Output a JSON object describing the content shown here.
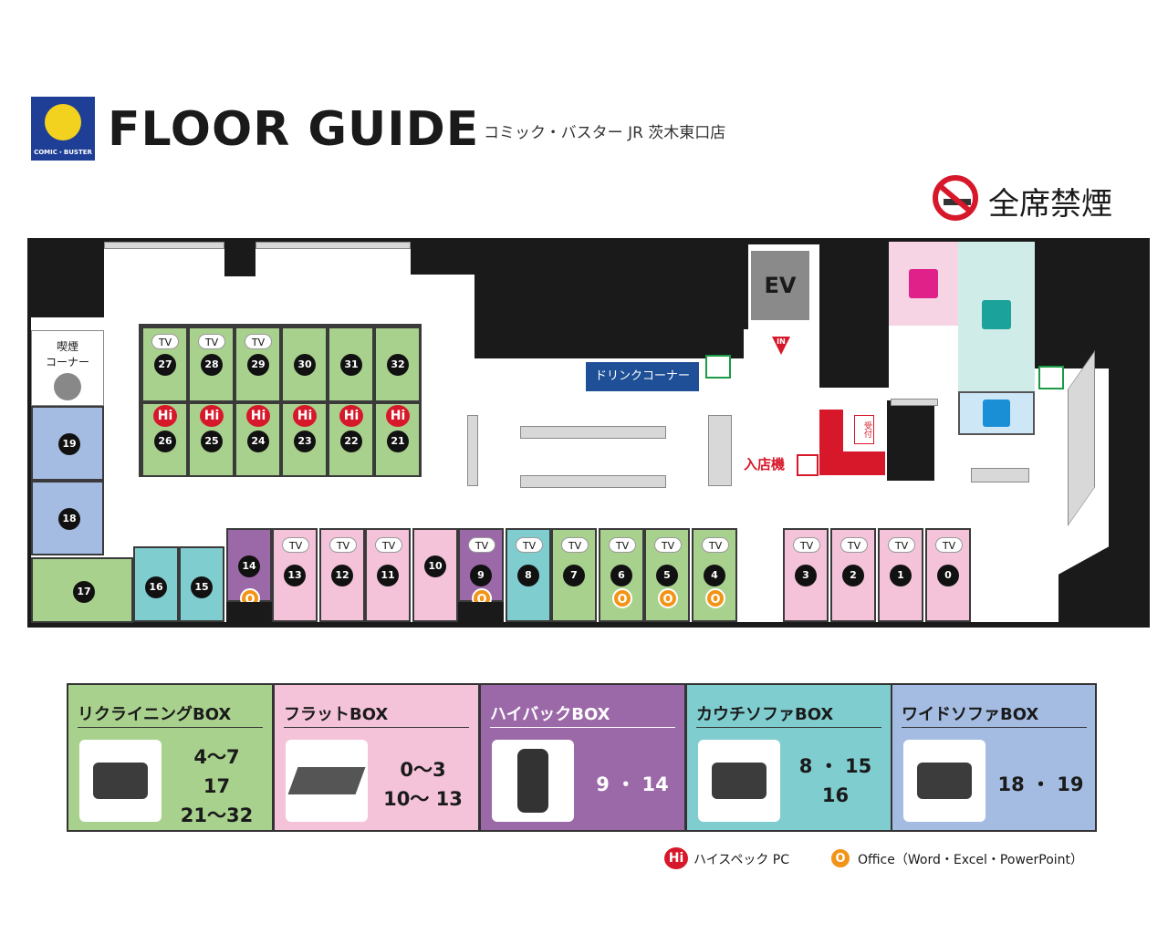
{
  "header": {
    "logo_text": "COMIC・BUSTER",
    "title": "FLOOR GUIDE",
    "subtitle": "コミック・バスター JR 茨木東口店",
    "no_smoking": "全席禁煙"
  },
  "map": {
    "elevator": "EV",
    "in_marker": "IN",
    "drink_corner": "ドリンクコーナー",
    "smoking_corner_line1": "喫煙",
    "smoking_corner_line2": "コーナー",
    "reception": "受付",
    "entry_machine": "入店機",
    "tv_label": "TV",
    "hi_label": "Hi",
    "office_label": "O",
    "seats_upper": [
      {
        "num": "27",
        "tag": "TV"
      },
      {
        "num": "28",
        "tag": "TV"
      },
      {
        "num": "29",
        "tag": "TV"
      },
      {
        "num": "30",
        "tag": ""
      },
      {
        "num": "31",
        "tag": ""
      },
      {
        "num": "32",
        "tag": ""
      }
    ],
    "seats_mid": [
      {
        "num": "26",
        "tag": "Hi"
      },
      {
        "num": "25",
        "tag": "Hi"
      },
      {
        "num": "24",
        "tag": "Hi"
      },
      {
        "num": "23",
        "tag": "Hi"
      },
      {
        "num": "22",
        "tag": "Hi"
      },
      {
        "num": "21",
        "tag": "Hi"
      }
    ],
    "seats_left": [
      "19",
      "18",
      "17"
    ],
    "seats_bottom": [
      {
        "num": "16",
        "type": "couch",
        "tv": false,
        "office": false
      },
      {
        "num": "15",
        "type": "couch",
        "tv": false,
        "office": false
      },
      {
        "num": "14",
        "type": "highback",
        "tv": false,
        "office": true
      },
      {
        "num": "13",
        "type": "flat",
        "tv": true,
        "office": false
      },
      {
        "num": "12",
        "type": "flat",
        "tv": true,
        "office": false
      },
      {
        "num": "11",
        "type": "flat",
        "tv": true,
        "office": false
      },
      {
        "num": "10",
        "type": "flat",
        "tv": false,
        "office": false
      },
      {
        "num": "9",
        "type": "highback",
        "tv": true,
        "office": true
      },
      {
        "num": "8",
        "type": "couch",
        "tv": true,
        "office": false
      },
      {
        "num": "7",
        "type": "recline",
        "tv": true,
        "office": false
      },
      {
        "num": "6",
        "type": "recline",
        "tv": true,
        "office": true
      },
      {
        "num": "5",
        "type": "recline",
        "tv": true,
        "office": true
      },
      {
        "num": "4",
        "type": "recline",
        "tv": true,
        "office": true
      },
      {
        "num": "3",
        "type": "flat",
        "tv": true,
        "office": false
      },
      {
        "num": "2",
        "type": "flat",
        "tv": true,
        "office": false
      },
      {
        "num": "1",
        "type": "flat",
        "tv": true,
        "office": false
      },
      {
        "num": "0",
        "type": "flat",
        "tv": true,
        "office": false
      }
    ]
  },
  "legend": [
    {
      "title": "リクライニングBOX",
      "ranges": [
        "4〜7",
        "17",
        "21〜32"
      ],
      "color": "#a9d18e"
    },
    {
      "title": "フラットBOX",
      "ranges": [
        "0〜3",
        "10〜 13"
      ],
      "color": "#f4c3d9"
    },
    {
      "title": "ハイバックBOX",
      "ranges": [
        "9 ・ 14"
      ],
      "color": "#9b68a8"
    },
    {
      "title": "カウチソファBOX",
      "ranges": [
        "8 ・ 15",
        "16"
      ],
      "color": "#80cdd0"
    },
    {
      "title": "ワイドソファBOX",
      "ranges": [
        "18 ・ 19"
      ],
      "color": "#a4bce2"
    }
  ],
  "footnote": {
    "hi_text": "ハイスペック PC",
    "office_text": "Office（Word・Excel・PowerPoint）"
  },
  "colors": {
    "recline": "#a9d18e",
    "flat": "#f4c3d9",
    "highback": "#9b68a8",
    "couch": "#80cdd0",
    "wide": "#a4bce2",
    "wall": "#1a1a1a",
    "accent_red": "#d7182a",
    "office_orange": "#f29418",
    "drink_blue": "#1f4f96"
  }
}
